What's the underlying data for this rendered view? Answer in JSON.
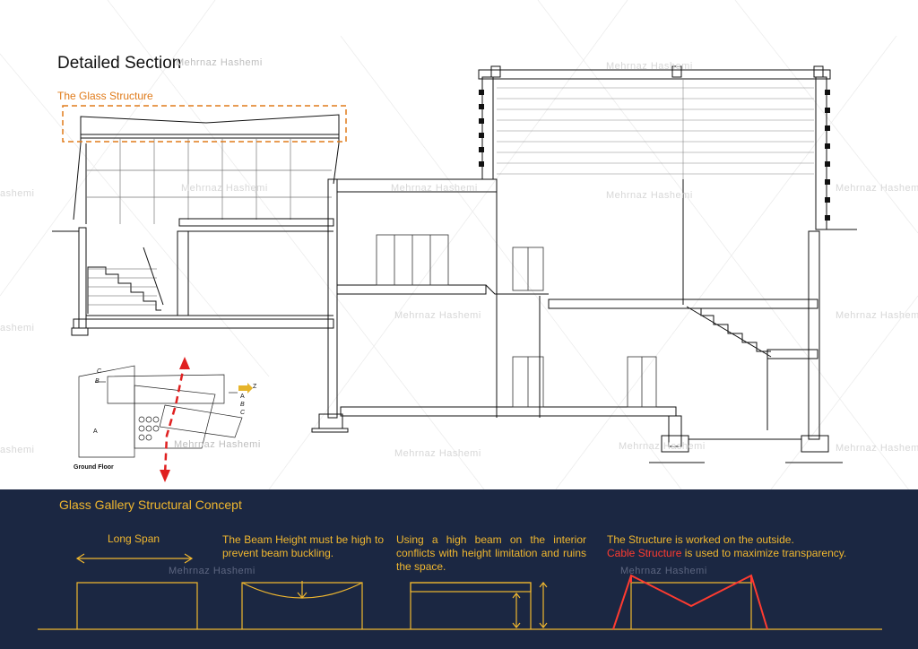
{
  "title": "Detailed Section",
  "glass_structure_label": "The Glass Structure",
  "watermark": "Mehrnaz Hashemi",
  "watermark_fragment": "ashemi",
  "plan": {
    "label": "Ground Floor",
    "marks": [
      "A",
      "B",
      "C",
      "Z",
      "A",
      "B",
      "C"
    ]
  },
  "concept": {
    "title": "Glass Gallery Structural Concept",
    "long_span": "Long Span",
    "text1": "The Beam Height must be high to prevent beam buckling.",
    "text2": "Using a high beam on the interior conflicts with height limitation and ruins the space.",
    "text3_line1": "The Structure is worked on the outside.",
    "text3_red": "Cable Structure",
    "text3_rest": " is used to maximize transparency."
  },
  "colors": {
    "accent_yellow": "#f0b72f",
    "accent_orange": "#e07b1a",
    "cable_red": "#ff3b30",
    "panel_navy": "#1b2742"
  }
}
